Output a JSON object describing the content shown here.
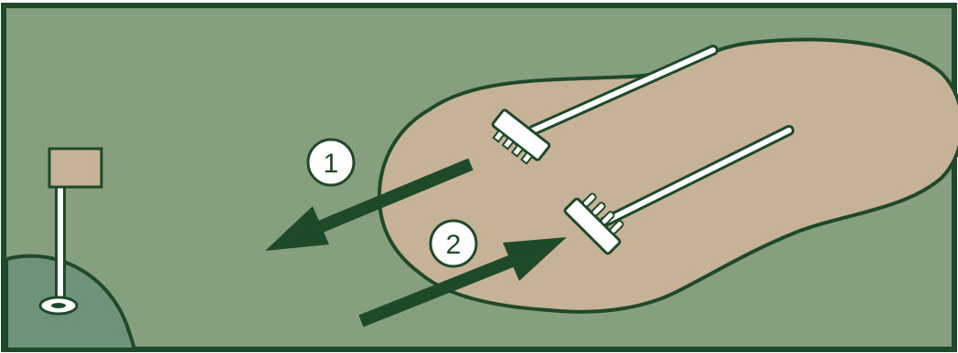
{
  "diagram": {
    "labels": {
      "step_one": "1",
      "step_two": "2"
    },
    "colors": {
      "grass": "#86a07f",
      "green": "#6f927a",
      "sand": "#c6b296",
      "outline": "#1f4a2a",
      "arrow": "#1f4a2a",
      "rake": "#ffffff",
      "flag": "#c6b296"
    },
    "icons": [
      "bunker-sand-shape",
      "rake-icon",
      "flag-icon",
      "hole-icon",
      "arrow-icon"
    ]
  }
}
